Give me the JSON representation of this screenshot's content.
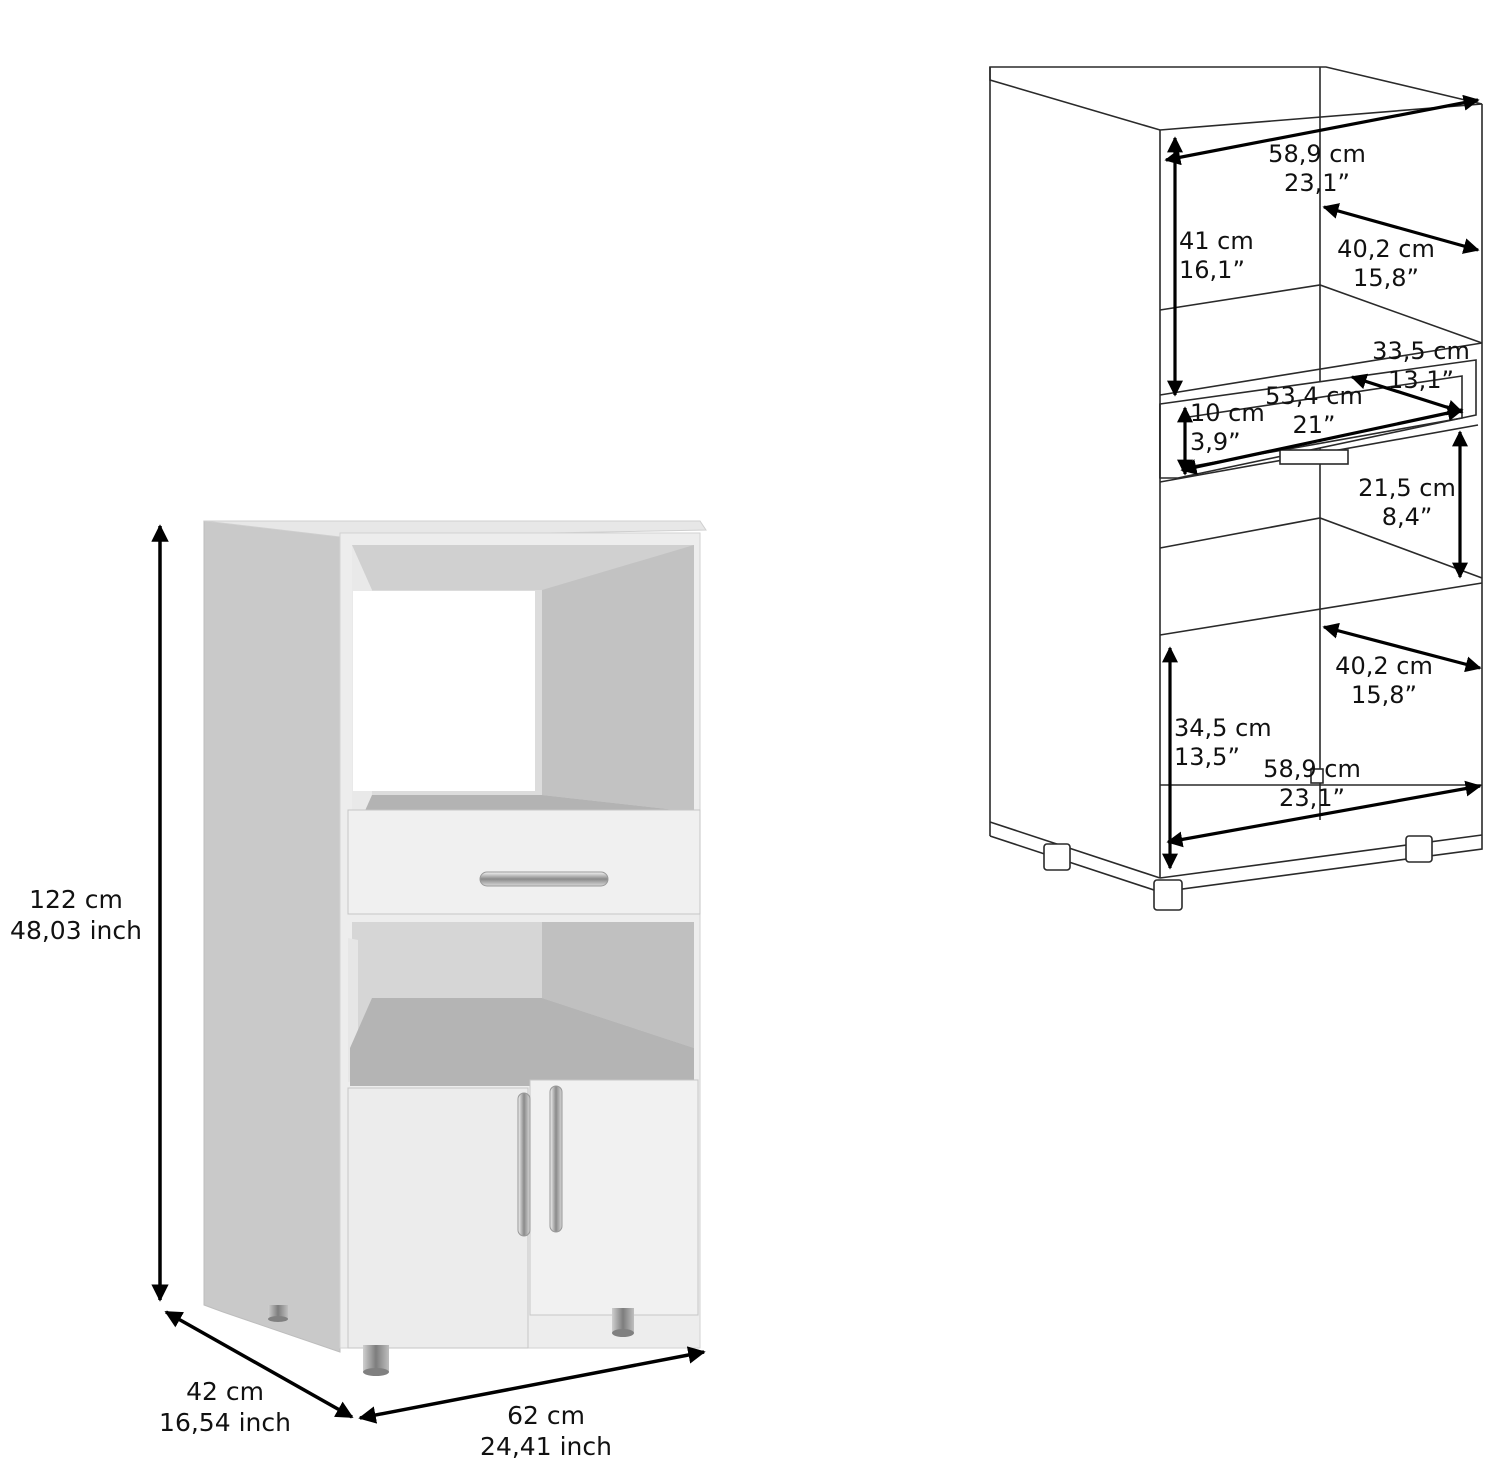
{
  "overall": {
    "height": {
      "cm": "122 cm",
      "inch": "48,03 inch"
    },
    "depth": {
      "cm": "42 cm",
      "inch": "16,54 inch"
    },
    "width": {
      "cm": "62 cm",
      "inch": "24,41 inch"
    }
  },
  "interior": {
    "top_width": {
      "cm": "58,9 cm",
      "inch": "23,1”"
    },
    "top_height": {
      "cm": "41 cm",
      "inch": "16,1”"
    },
    "top_depth": {
      "cm": "40,2 cm",
      "inch": "15,8”"
    },
    "drawer_depth": {
      "cm": "33,5 cm",
      "inch": "13,1”"
    },
    "drawer_height": {
      "cm": "10 cm",
      "inch": "3,9”"
    },
    "drawer_width": {
      "cm": "53,4 cm",
      "inch": "21”"
    },
    "middle_height": {
      "cm": "21,5 cm",
      "inch": "8,4”"
    },
    "bottom_depth": {
      "cm": "40,2 cm",
      "inch": "15,8”"
    },
    "bottom_height": {
      "cm": "34,5 cm",
      "inch": "13,5”"
    },
    "bottom_width": {
      "cm": "58,9 cm",
      "inch": "23,1”"
    }
  },
  "colors": {
    "cabinet_light": "#eeeeee",
    "cabinet_mid": "#d6d6d6",
    "cabinet_dark": "#b5b5b5",
    "outline": "#222222",
    "dimension_line": "#000000"
  }
}
